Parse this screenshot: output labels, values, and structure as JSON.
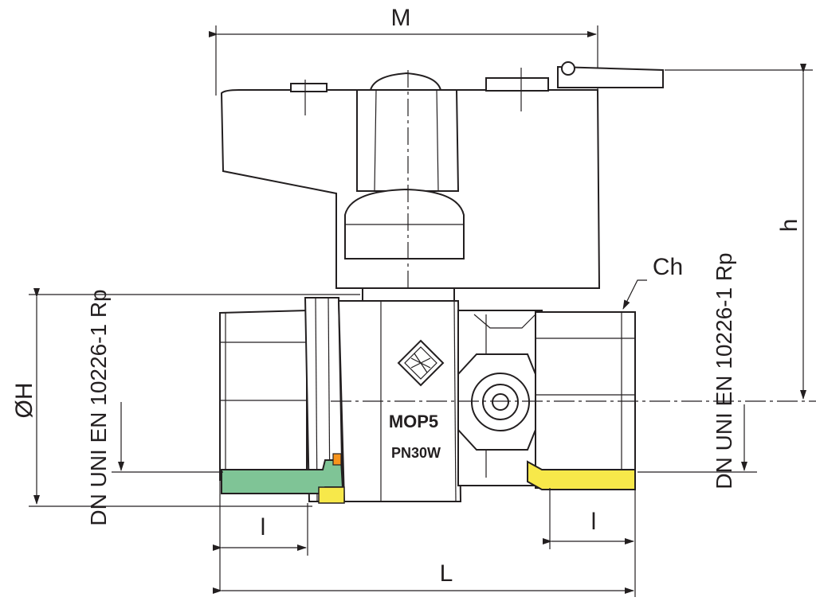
{
  "labels": {
    "width_M": "M",
    "height_h": "h",
    "diameter_H": "ØH",
    "length_L": "L",
    "thread_left_l": "l",
    "thread_right_l": "l",
    "chamfer_Ch": "Ch",
    "thread_std_left": "DN UNI EN 10226-1 Rp",
    "thread_std_right": "DN UNI EN 10226-1 Rp"
  },
  "body_marking": {
    "line1": "MOP5",
    "line2": "PN30W"
  },
  "colors": {
    "line": "#231f20",
    "left_seal": "#7fc496",
    "right_seal": "#f7e84a",
    "orange_accent": "#f7941d",
    "yellow_accent": "#f7e84a"
  }
}
